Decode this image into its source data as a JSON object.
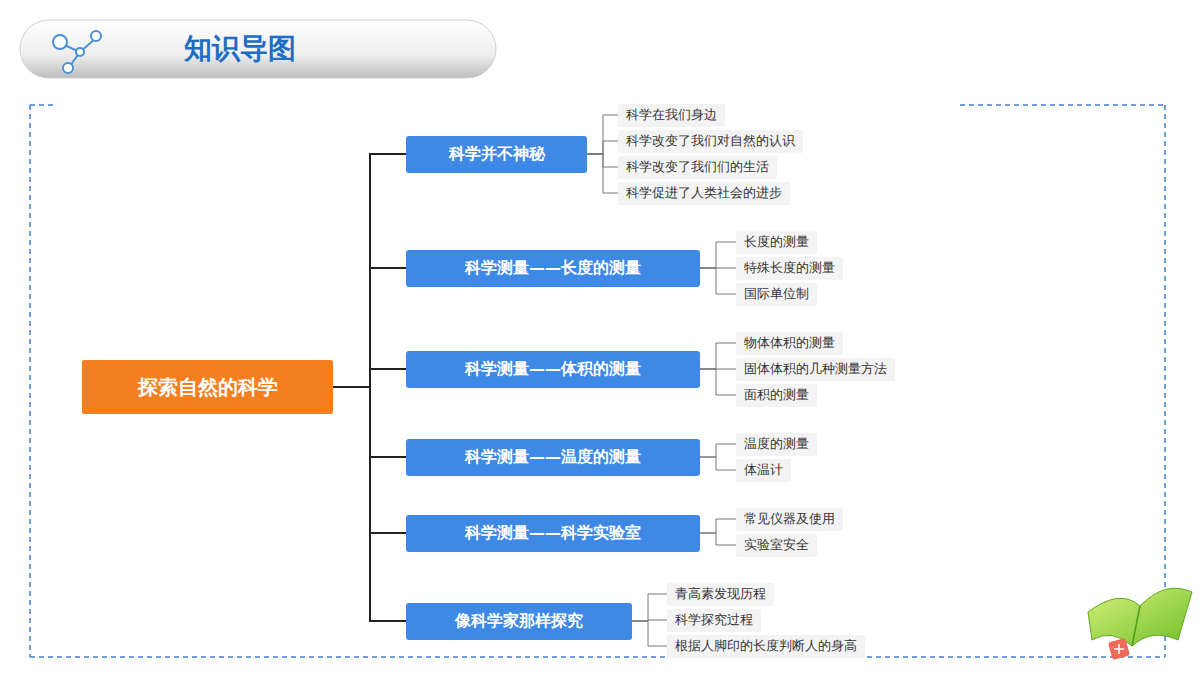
{
  "diagram": {
    "title": "知识导图",
    "nodes": [
      {
        "text": [
          "探索自然的科学"
        ]
      },
      {
        "text": [
          "科学并不神秘"
        ]
      },
      {
        "text": [
          "科学在我们身边"
        ]
      },
      {
        "text": [
          "科学改变了我们对自然的认识"
        ]
      },
      {
        "text": [
          "科学改变了我们们的生活"
        ]
      },
      {
        "text": [
          "科学促进了人类社会的进步"
        ]
      },
      {
        "text": [
          "科学测量——长度的测量"
        ]
      },
      {
        "text": [
          "长度的测量"
        ]
      },
      {
        "text": [
          "特殊长度的测量"
        ]
      },
      {
        "text": [
          "国际单位制"
        ]
      },
      {
        "text": [
          "科学测量——体积的测量"
        ]
      },
      {
        "text": [
          "物体体积的测量"
        ]
      },
      {
        "text": [
          "固体体积的几种测量方法"
        ]
      },
      {
        "text": [
          "面积的测量"
        ]
      },
      {
        "text": [
          "科学测量——温度的测量"
        ]
      },
      {
        "text": [
          "温度的测量"
        ]
      },
      {
        "text": [
          "体温计"
        ]
      },
      {
        "text": [
          "科学测量——科学实验室"
        ]
      },
      {
        "text": [
          "常见仪器及使用"
        ]
      },
      {
        "text": [
          "实验室安全"
        ]
      },
      {
        "text": [
          "像科学家那样探究"
        ]
      },
      {
        "text": [
          "青高素发现历程"
        ]
      },
      {
        "text": [
          "科学探究过程"
        ]
      },
      {
        "text": [
          "根据人脚印的长度判断人的身高"
        ]
      }
    ],
    "edges": [
      {
        "from": 0,
        "to": 1,
        "arrow": "none"
      },
      {
        "from": 0,
        "to": 6,
        "arrow": "none"
      },
      {
        "from": 0,
        "to": 10,
        "arrow": "none"
      },
      {
        "from": 0,
        "to": 14,
        "arrow": "none"
      },
      {
        "from": 0,
        "to": 17,
        "arrow": "none"
      },
      {
        "from": 0,
        "to": 20,
        "arrow": "none"
      },
      {
        "from": 1,
        "to": 2,
        "arrow": "none"
      },
      {
        "from": 1,
        "to": 3,
        "arrow": "none"
      },
      {
        "from": 1,
        "to": 4,
        "arrow": "none"
      },
      {
        "from": 1,
        "to": 5,
        "arrow": "none"
      },
      {
        "from": 6,
        "to": 7,
        "arrow": "none"
      },
      {
        "from": 6,
        "to": 8,
        "arrow": "none"
      },
      {
        "from": 6,
        "to": 9,
        "arrow": "none"
      },
      {
        "from": 10,
        "to": 11,
        "arrow": "none"
      },
      {
        "from": 10,
        "to": 12,
        "arrow": "none"
      },
      {
        "from": 10,
        "to": 13,
        "arrow": "none"
      },
      {
        "from": 14,
        "to": 15,
        "arrow": "none"
      },
      {
        "from": 14,
        "to": 16,
        "arrow": "none"
      },
      {
        "from": 17,
        "to": 18,
        "arrow": "none"
      },
      {
        "from": 17,
        "to": 19,
        "arrow": "none"
      },
      {
        "from": 20,
        "to": 21,
        "arrow": "none"
      },
      {
        "from": 20,
        "to": 22,
        "arrow": "none"
      },
      {
        "from": 20,
        "to": 23,
        "arrow": "none"
      }
    ]
  }
}
